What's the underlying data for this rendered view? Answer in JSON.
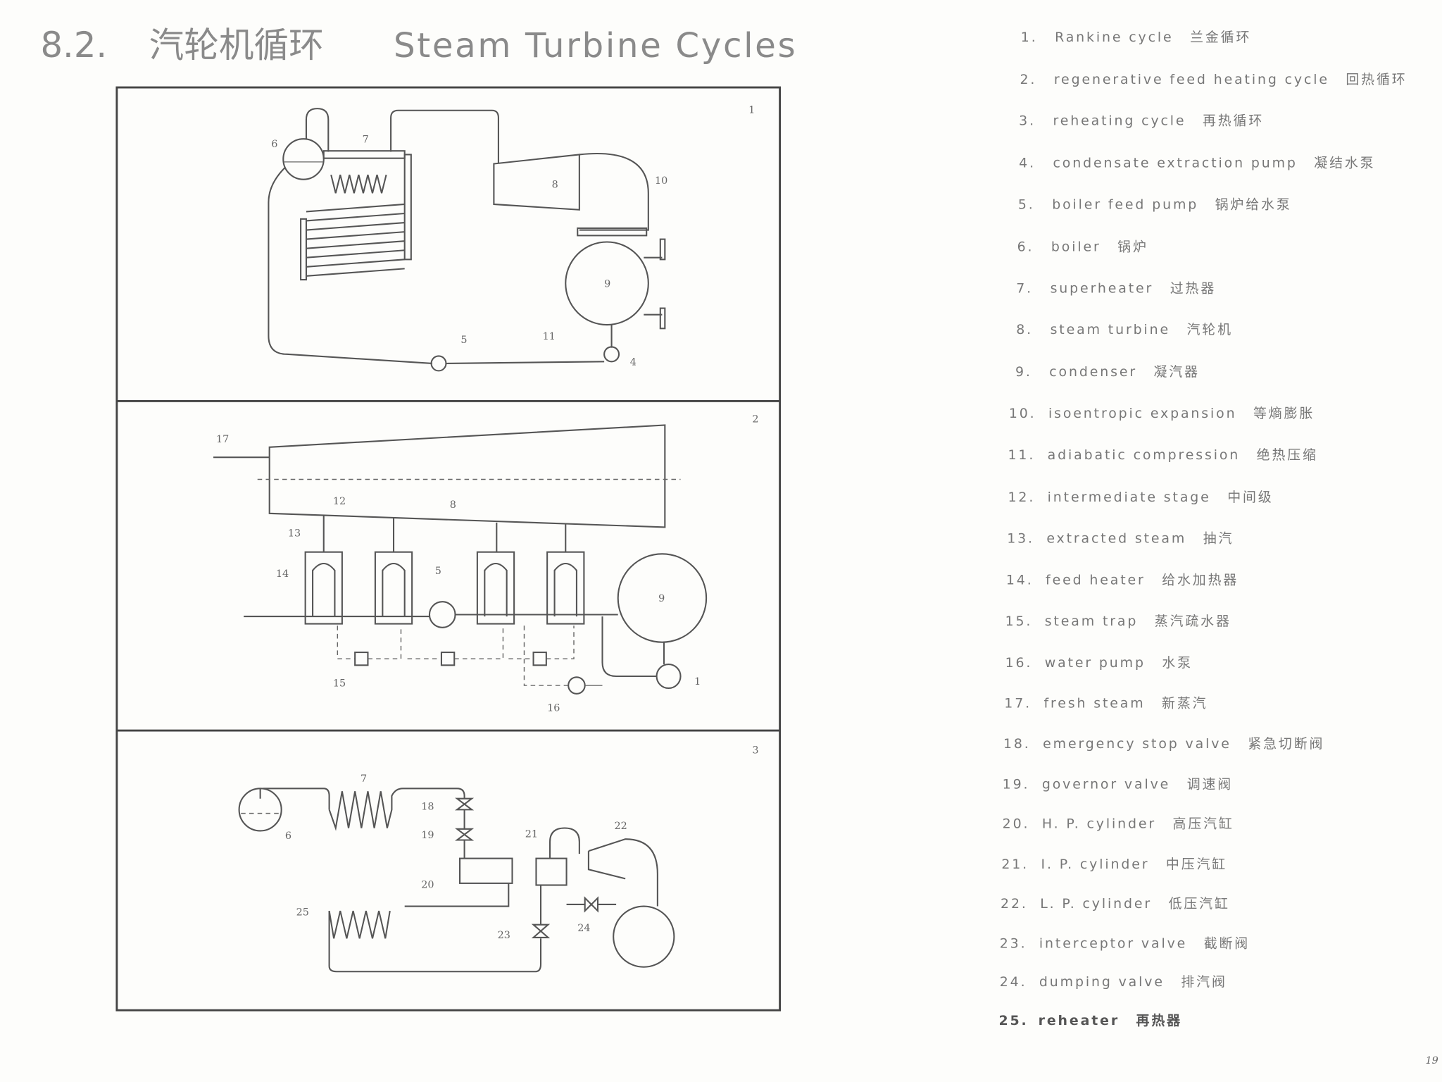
{
  "title": {
    "number": "8.2.",
    "chinese": "汽轮机循环",
    "english": "Steam Turbine Cycles"
  },
  "figure": {
    "panel_numbers": [
      "1",
      "2",
      "3"
    ],
    "panel1_labels": {
      "boiler": "6",
      "superheater": "7",
      "turbine": "8",
      "expansion": "10",
      "condenser": "9",
      "feed_pump": "5",
      "compression": "11",
      "extraction_pump": "4"
    },
    "panel2_labels": {
      "fresh_steam": "17",
      "stage": "12",
      "turbine": "8",
      "extracted": "13",
      "heater": "14",
      "feed_pump": "5",
      "condenser": "9",
      "trap": "15",
      "water_pump": "16",
      "pump": "1"
    },
    "panel3_labels": {
      "superheater": "7",
      "boiler": "6",
      "stop_valve": "18",
      "governor": "19",
      "ip": "21",
      "lp": "22",
      "hp": "20",
      "reheater": "25",
      "interceptor": "23",
      "dumping": "24"
    }
  },
  "legend": [
    {
      "num": "1.",
      "en": "Rankine cycle",
      "zh": "兰金循环"
    },
    {
      "num": "2.",
      "en": "regenerative feed heating cycle",
      "zh": "回热循环"
    },
    {
      "num": "3.",
      "en": "reheating cycle",
      "zh": "再热循环"
    },
    {
      "num": "4.",
      "en": "condensate extraction pump",
      "zh": "凝结水泵"
    },
    {
      "num": "5.",
      "en": "boiler feed pump",
      "zh": "锅炉给水泵"
    },
    {
      "num": "6.",
      "en": "boiler",
      "zh": "锅炉"
    },
    {
      "num": "7.",
      "en": "superheater",
      "zh": "过热器"
    },
    {
      "num": "8.",
      "en": "steam turbine",
      "zh": "汽轮机"
    },
    {
      "num": "9.",
      "en": "condenser",
      "zh": "凝汽器"
    },
    {
      "num": "10.",
      "en": "isoentropic expansion",
      "zh": "等熵膨胀"
    },
    {
      "num": "11.",
      "en": "adiabatic compression",
      "zh": "绝热压缩"
    },
    {
      "num": "12.",
      "en": "intermediate stage",
      "zh": "中间级"
    },
    {
      "num": "13.",
      "en": "extracted steam",
      "zh": "抽汽"
    },
    {
      "num": "14.",
      "en": "feed heater",
      "zh": "给水加热器"
    },
    {
      "num": "15.",
      "en": "steam trap",
      "zh": "蒸汽疏水器"
    },
    {
      "num": "16.",
      "en": "water pump",
      "zh": "水泵"
    },
    {
      "num": "17.",
      "en": "fresh steam",
      "zh": "新蒸汽"
    },
    {
      "num": "18.",
      "en": "emergency stop valve",
      "zh": "紧急切断阀"
    },
    {
      "num": "19.",
      "en": "governor valve",
      "zh": "调速阀"
    },
    {
      "num": "20.",
      "en": "H. P. cylinder",
      "zh": "高压汽缸"
    },
    {
      "num": "21.",
      "en": "I. P. cylinder",
      "zh": "中压汽缸"
    },
    {
      "num": "22.",
      "en": "L. P. cylinder",
      "zh": "低压汽缸"
    },
    {
      "num": "23.",
      "en": "interceptor valve",
      "zh": "截断阀"
    },
    {
      "num": "24.",
      "en": "dumping valve",
      "zh": "排汽阀"
    },
    {
      "num": "25.",
      "en": "reheater",
      "zh": "再热器"
    }
  ],
  "page_number": "19"
}
